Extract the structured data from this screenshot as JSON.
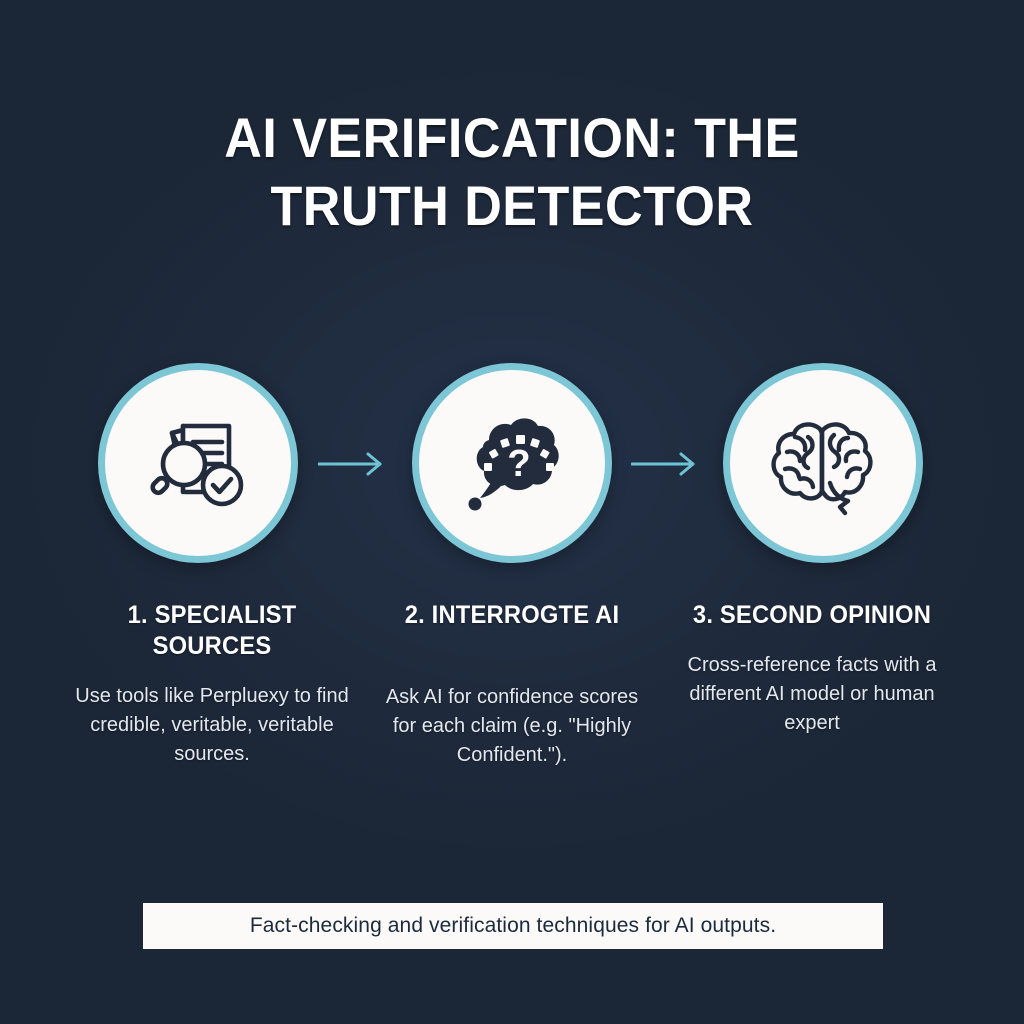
{
  "theme": {
    "background": "#1b2636",
    "background_center": "#233149",
    "accent_teal": "#7cc6d6",
    "circle_fill": "#fbfaf8",
    "ink": "#1d2a3d",
    "title_color": "#ffffff",
    "body_color": "#e3e8ee"
  },
  "title": {
    "line1": "AI VERIFICATION: THE",
    "line2": "TRUTH DETECTOR"
  },
  "steps": [
    {
      "icon": "document-magnifier-check-icon",
      "heading": "1. SPECIALIST SOURCES",
      "body": "Use tools like Perpluexy to find credible, veritable, veritable sources."
    },
    {
      "icon": "thought-bubble-question-icon",
      "heading": "2. INTERROGTE AI",
      "body": "Ask AI for confidence scores for each claim (e.g. \"Highly Confident.\")."
    },
    {
      "icon": "brain-icon",
      "heading": "3. SECOND OPINION",
      "body": "Cross-reference facts with a different AI model or human expert"
    }
  ],
  "connectors": [
    {
      "icon": "arrow-right-icon"
    },
    {
      "icon": "arrow-right-icon"
    }
  ],
  "footer": {
    "caption": "Fact-checking and verification techniques for AI outputs."
  }
}
